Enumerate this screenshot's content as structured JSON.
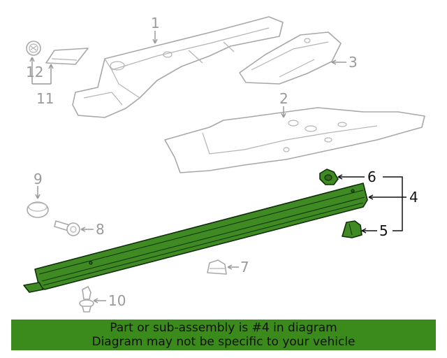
{
  "callouts": {
    "c1": "1",
    "c2": "2",
    "c3": "3",
    "c4": "4",
    "c5": "5",
    "c6": "6",
    "c7": "7",
    "c8": "8",
    "c9": "9",
    "c10": "10",
    "c11": "11",
    "c12": "12"
  },
  "banner": {
    "line1": "Part or sub-assembly is #4 in diagram",
    "line2": "Diagram may not be specific to your vehicle"
  },
  "colors": {
    "highlight": "#3f8a22",
    "banner": "#3a8a1c",
    "linework": "#a8a8a8"
  }
}
